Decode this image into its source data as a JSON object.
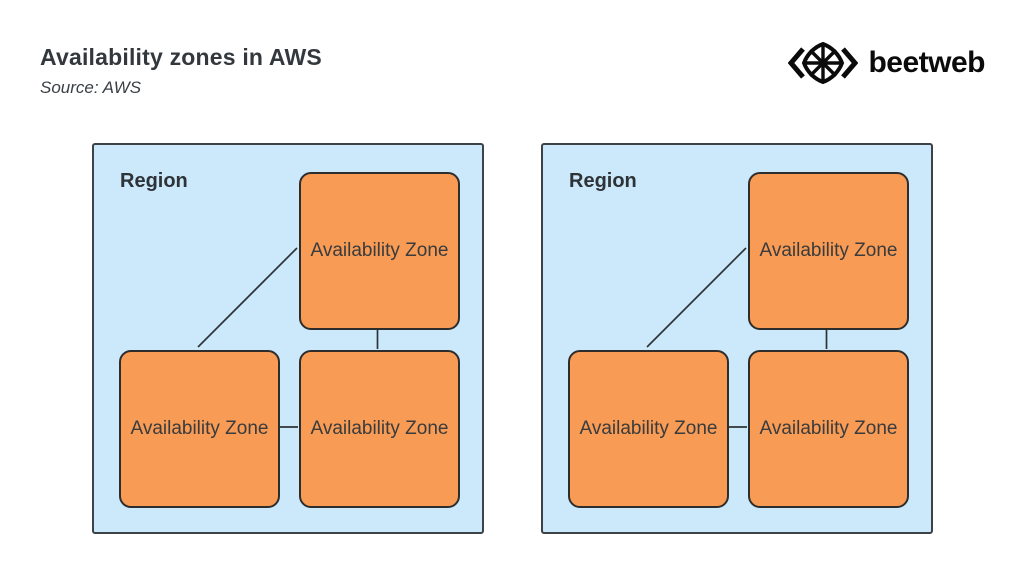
{
  "header": {
    "title": "Availability zones in AWS",
    "source": "Source: AWS"
  },
  "logo": {
    "text": "beetweb",
    "icon": "angle-brackets-wheel-icon"
  },
  "diagram": {
    "regions": [
      {
        "label": "Region",
        "zones": [
          {
            "id": "zone-top",
            "label": "Availability Zone"
          },
          {
            "id": "zone-bottom-left",
            "label": "Availability Zone"
          },
          {
            "id": "zone-bottom-right",
            "label": "Availability Zone"
          }
        ],
        "connections": [
          [
            "zone-bottom-left",
            "zone-top"
          ],
          [
            "zone-top",
            "zone-bottom-right"
          ],
          [
            "zone-bottom-left",
            "zone-bottom-right"
          ]
        ]
      },
      {
        "label": "Region",
        "zones": [
          {
            "id": "zone-top",
            "label": "Availability Zone"
          },
          {
            "id": "zone-bottom-left",
            "label": "Availability Zone"
          },
          {
            "id": "zone-bottom-right",
            "label": "Availability Zone"
          }
        ],
        "connections": [
          [
            "zone-bottom-left",
            "zone-top"
          ],
          [
            "zone-top",
            "zone-bottom-right"
          ],
          [
            "zone-bottom-left",
            "zone-bottom-right"
          ]
        ]
      }
    ]
  },
  "colors": {
    "region_fill": "#cbe9fb",
    "region_border": "#3d4247",
    "zone_fill": "#f89b55",
    "zone_border": "#2d2d2d",
    "line_color": "#2f3338",
    "text_dark": "#33383d",
    "logo_color": "#0b0b0b"
  }
}
